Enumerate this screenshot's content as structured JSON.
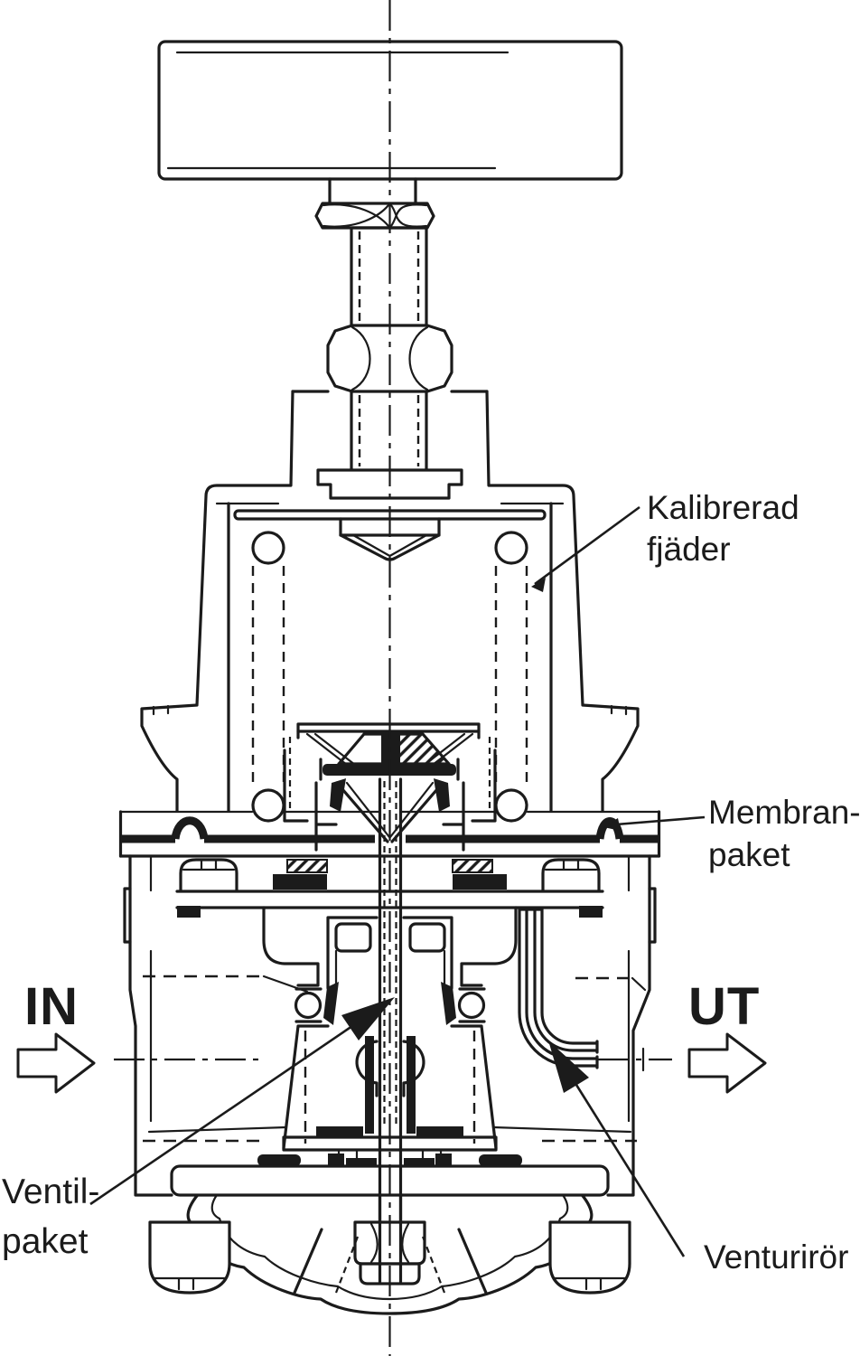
{
  "page": {
    "background": "#ffffff",
    "line_color": "#1b1b1b"
  },
  "figure": {
    "kind": "pressure-regulator cross-section diagram"
  },
  "annotations": {
    "spring": {
      "line1": "Kalibrerad",
      "line2": "fjäder"
    },
    "membrane": {
      "line1": "Membran-",
      "line2": "paket"
    },
    "valve": {
      "line1": "Ventil-",
      "line2": "paket"
    },
    "venturi": {
      "line1": "Venturirör"
    },
    "inlet": {
      "label": "IN"
    },
    "outlet": {
      "label": "UT"
    }
  }
}
